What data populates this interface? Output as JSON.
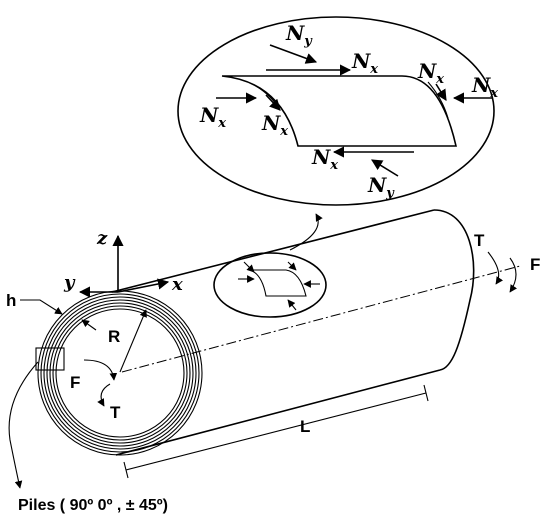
{
  "labels": {
    "z": "z",
    "y": "y",
    "x": "x",
    "h": "h",
    "R": "R",
    "F_left": "F",
    "T_left": "T",
    "F_right": "F",
    "T_right": "T",
    "L": "L",
    "piles": "Piles ( 90º  0º  , ± 45º)"
  },
  "forces": {
    "N": "N",
    "sub_x": "x",
    "sub_y": "y"
  }
}
